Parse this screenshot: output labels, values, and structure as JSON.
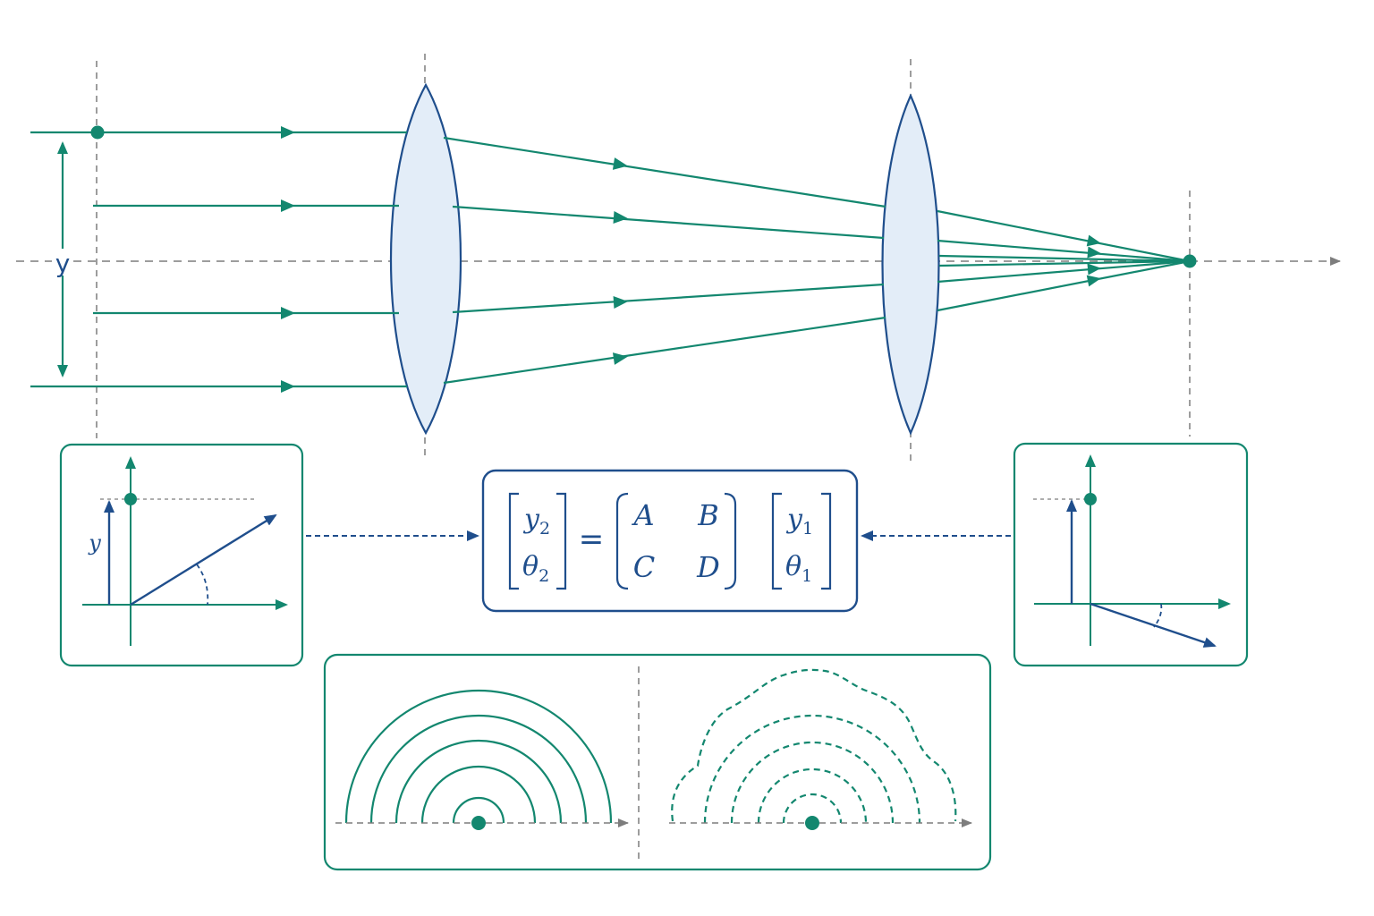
{
  "colors": {
    "ray": "#13876f",
    "navy": "#1f4e8c",
    "lens_fill": "#e3edf8",
    "axis_gray": "#7d7d7d",
    "background": "#ffffff"
  },
  "top": {
    "aperture_label": "y"
  },
  "left_inset": {
    "height_label": "y"
  },
  "matrix": {
    "lhs": [
      "y",
      "θ"
    ],
    "lhs_subs": [
      "2",
      "2"
    ],
    "equals": "=",
    "m": [
      "A",
      "B",
      "C",
      "D"
    ],
    "rhs": [
      "y",
      "θ"
    ],
    "rhs_subs": [
      "1",
      "1"
    ]
  },
  "icons": {
    "input_ray_graph": "ray-vector-graph-icon",
    "output_ray_graph": "ray-vector-graph-icon",
    "wavefront_left": "circular-wavefront-icon",
    "wavefront_right": "distorted-wavefront-icon"
  }
}
